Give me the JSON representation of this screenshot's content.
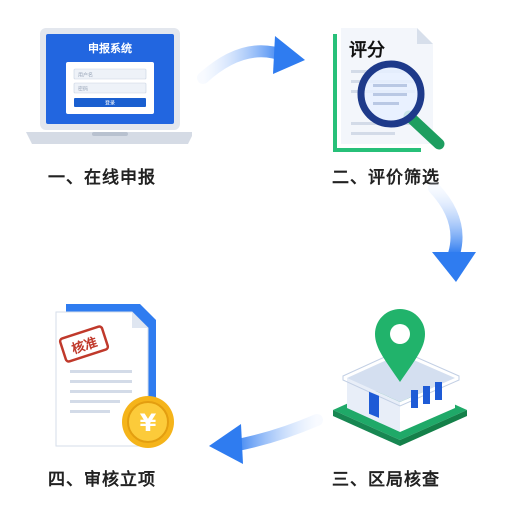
{
  "steps": [
    {
      "label": "一、在线申报"
    },
    {
      "label": "二、评价筛选"
    },
    {
      "label": "三、区局核查"
    },
    {
      "label": "四、审核立项"
    }
  ],
  "laptop": {
    "title": "申报系统",
    "field1_placeholder": "用户名",
    "field2_placeholder": "密码",
    "button_label": "登录"
  },
  "document": {
    "heading": "评分"
  },
  "certificate": {
    "stamp": "核准",
    "coin_symbol": "¥"
  },
  "colors": {
    "primary_blue": "#1a6ee0",
    "dark_blue": "#1e3a8a",
    "green": "#21b36b",
    "gold": "#f5b41a",
    "stamp_red": "#c0392b"
  },
  "icons": [
    "laptop-icon",
    "magnifier-document-icon",
    "location-building-icon",
    "certificate-coin-icon",
    "flow-arrow-icon"
  ]
}
